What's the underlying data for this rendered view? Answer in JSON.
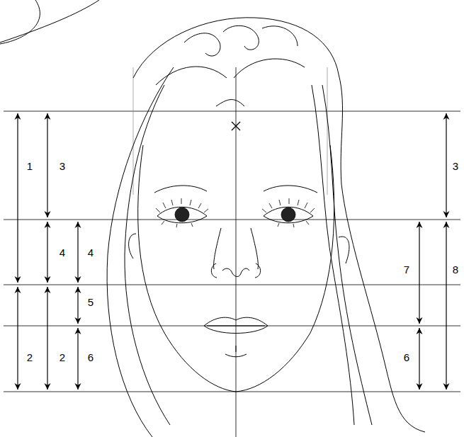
{
  "diagram": {
    "labels": [
      "1",
      "3",
      "3",
      "4",
      "4",
      "7",
      "8",
      "5",
      "2",
      "2",
      "6",
      "6"
    ]
  }
}
